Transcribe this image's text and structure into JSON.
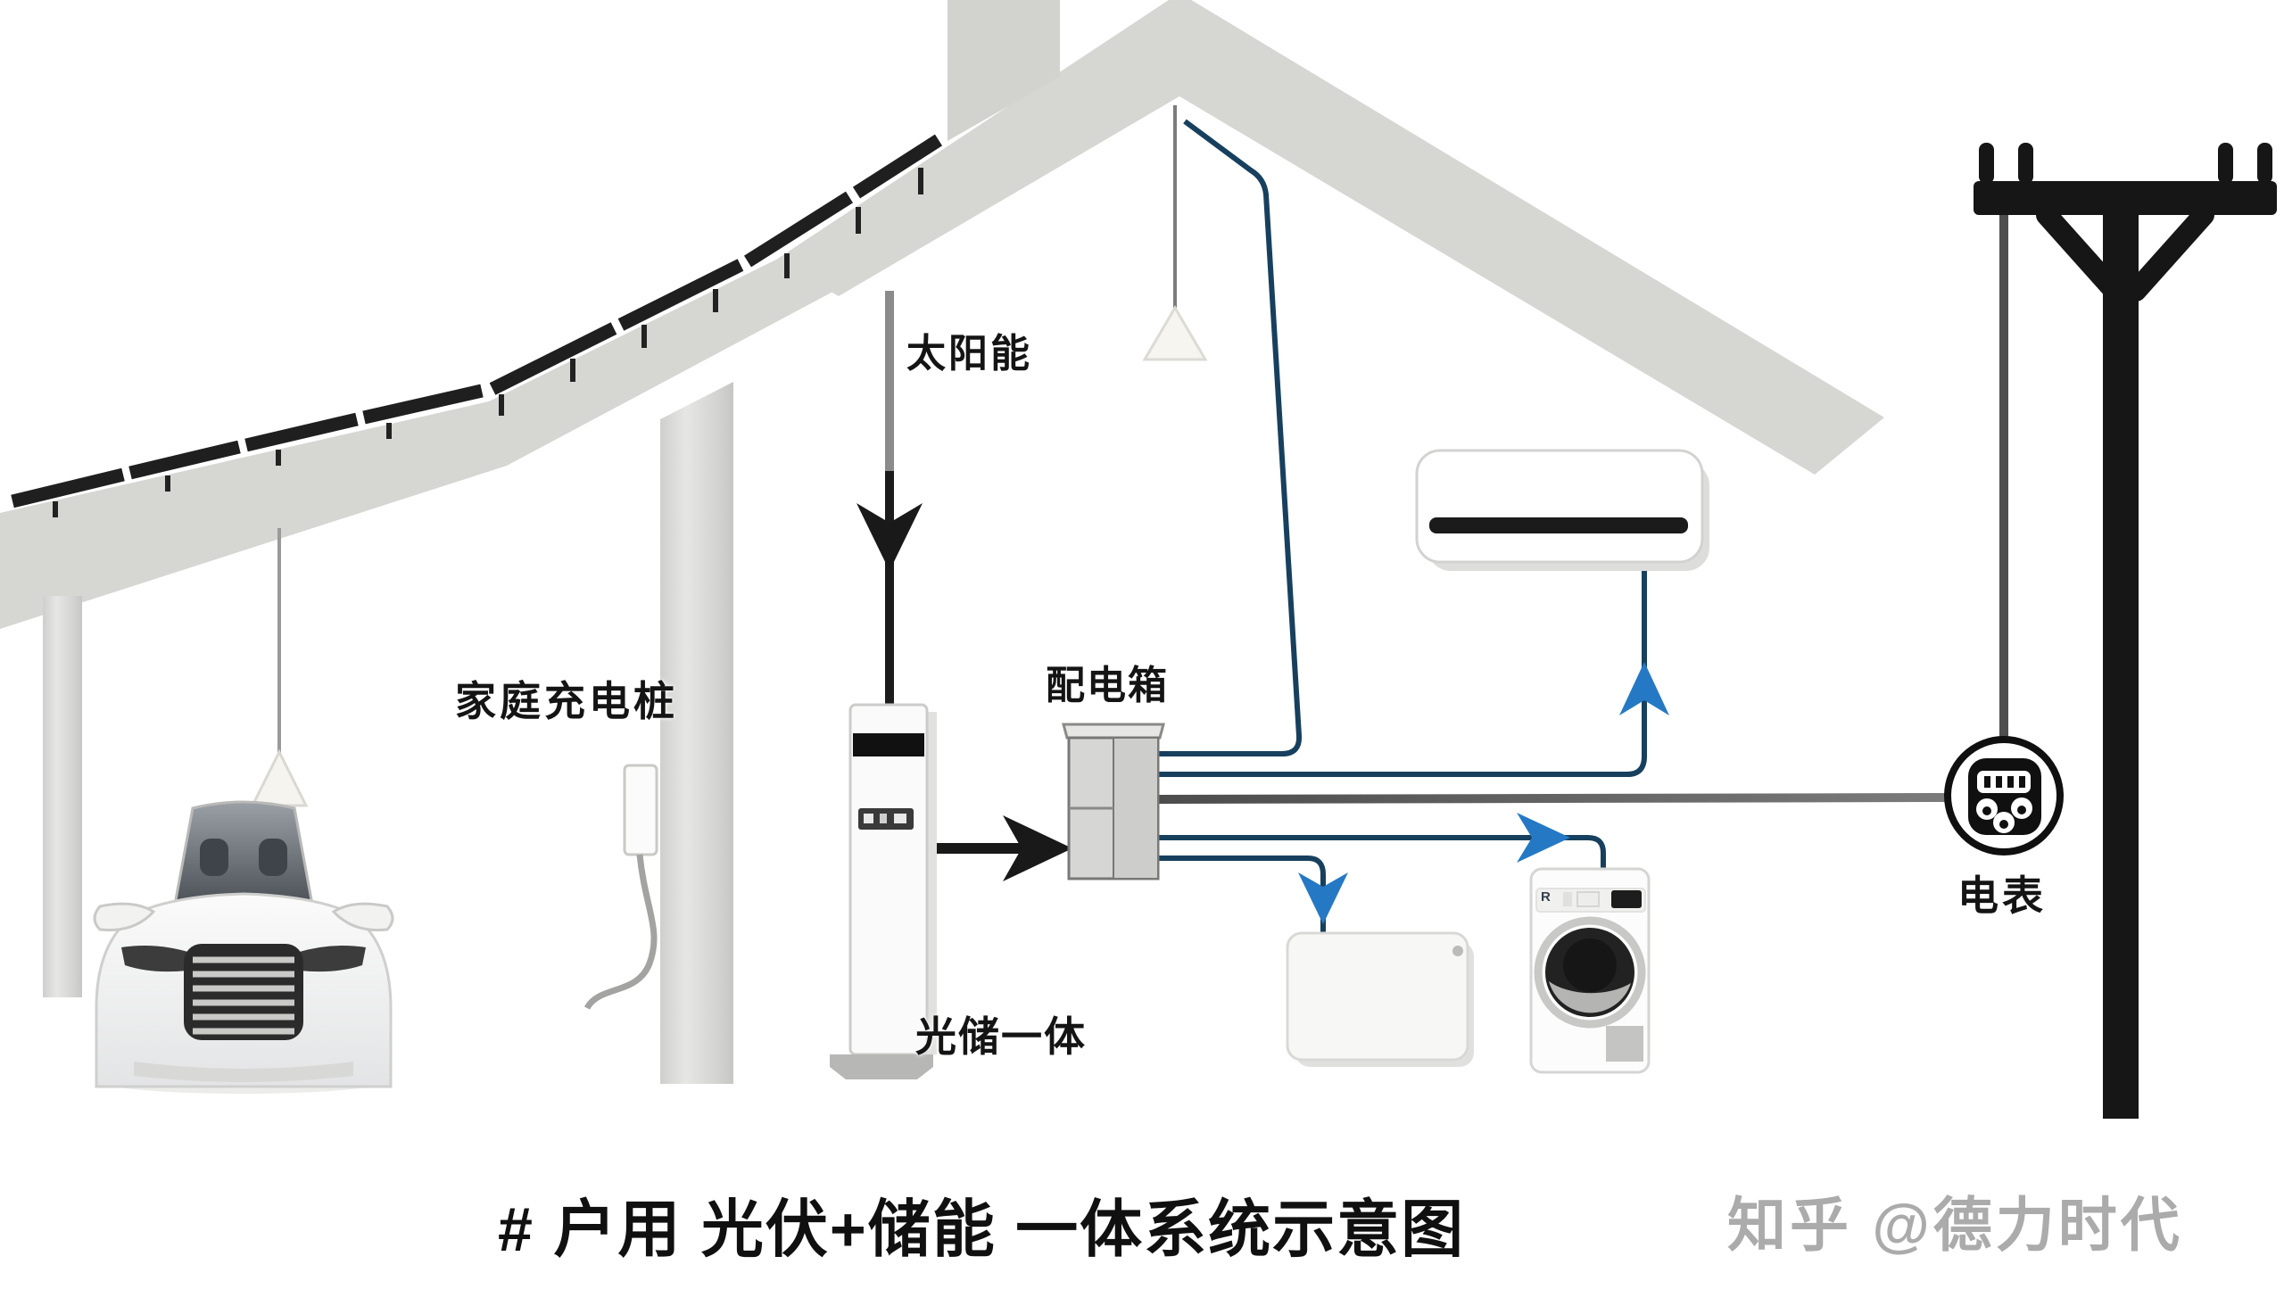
{
  "diagram": {
    "title": "# 户用 光伏+储能 一体系统示意图",
    "watermark": "知乎 @德力时代",
    "labels": {
      "solar": "太阳能",
      "home_charger": "家庭充电桩",
      "distribution_box": "配电箱",
      "pv_storage_unit": "光储一体",
      "meter": "电表"
    },
    "washer_brand": "R",
    "colors": {
      "structure_gray": "#d6d6d3",
      "panel_black": "#1f1f1f",
      "wire_navy": "#17405e",
      "arrow_blue": "#2579c4",
      "arrow_black": "#191919",
      "wire_gray": "#5f5f5f",
      "watermark_gray": "#ababab"
    }
  }
}
